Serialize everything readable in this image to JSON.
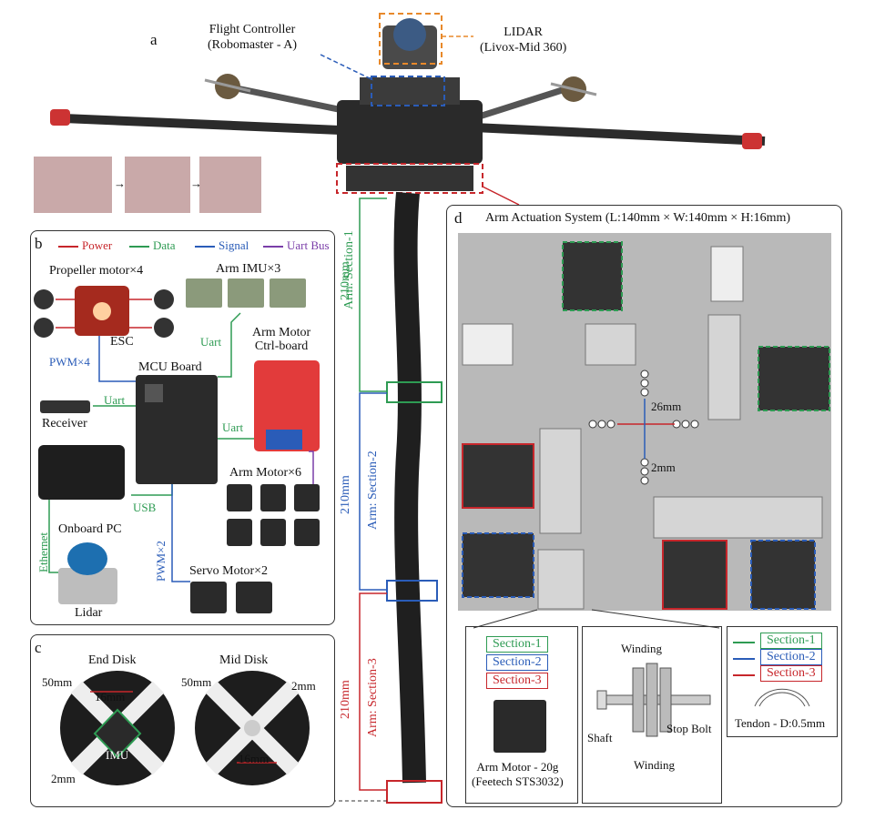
{
  "panel_a": {
    "label": "a",
    "flight_controller": [
      "Flight Controller",
      "(Robomaster - A)"
    ],
    "lidar": [
      "LIDAR",
      "(Livox-Mid 360)"
    ],
    "section1": "Arm: Section-1",
    "section2": "Arm: Section-2",
    "section3": "Arm: Section-3",
    "len1": "210mm",
    "len2": "210mm",
    "len3": "210mm"
  },
  "panel_b": {
    "label": "b",
    "legend": [
      {
        "label": "Power",
        "color": "#c7262b"
      },
      {
        "label": "Data",
        "color": "#2e9b53"
      },
      {
        "label": "Signal",
        "color": "#2a5cb8"
      },
      {
        "label": "Uart Bus",
        "color": "#7a3ea8"
      }
    ],
    "propeller": "Propeller motor×4",
    "esc": "ESC",
    "pwm4": "PWM×4",
    "imu": "Arm IMU×3",
    "uart1": "Uart",
    "ctrl_board": [
      "Arm Motor",
      "Ctrl-board"
    ],
    "mcu": "MCU Board",
    "uart2": "Uart",
    "receiver": "Receiver",
    "uart3": "Uart",
    "arm_motor": "Arm Motor×6",
    "usb": "USB",
    "onboard_pc": "Onboard PC",
    "ethernet": "Ethernet",
    "pwm2": "PWM×2",
    "servo": "Servo Motor×2",
    "lidar": "Lidar"
  },
  "panel_c": {
    "label": "c",
    "end_disk": "End Disk",
    "mid_disk": "Mid Disk",
    "d50a": "50mm",
    "d16a": "16mm",
    "d2a": "2mm",
    "imu": "IMU",
    "d50b": "50mm",
    "d2b": "2mm",
    "d16b": "16mm"
  },
  "panel_d": {
    "label": "d",
    "title": "Arm Actuation System (L:140mm × W:140mm × H:16mm)",
    "dim26": "26mm",
    "dim2": "2mm",
    "sections": [
      "Section-1",
      "Section-2",
      "Section-3"
    ],
    "arm_motor": [
      "Arm Motor - 20g",
      "(Feetech STS3032)"
    ],
    "winding_top": "Winding",
    "winding_bottom": "Winding",
    "shaft": "Shaft",
    "stop_bolt": "Stop Bolt",
    "tendon": "Tendon - D:0.5mm"
  },
  "colors": {
    "green": "#2e9b53",
    "blue": "#2a5cb8",
    "red": "#c7262b",
    "orange": "#e8892a",
    "purple": "#7a3ea8"
  }
}
